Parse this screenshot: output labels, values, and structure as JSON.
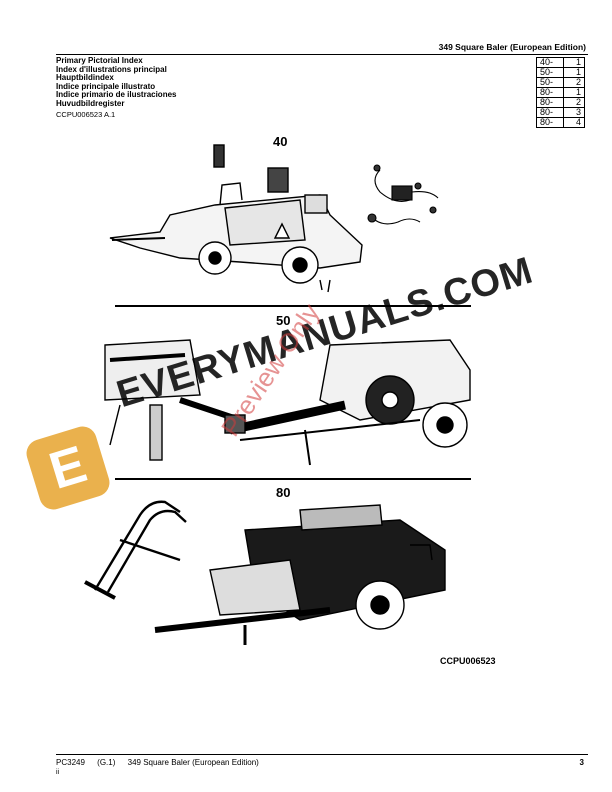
{
  "header": {
    "doc_title": "349 Square Baler (European Edition)",
    "index_titles": [
      "Primary Pictorial Index",
      "Index d'illustrations principal",
      "Hauptbildindex",
      "Indice principale illustrato",
      "Indice primario de ilustraciones",
      "Huvudbildregister"
    ],
    "ref_code": "CCPU006523 A.1",
    "index_table": [
      {
        "section": "40-",
        "page": "1"
      },
      {
        "section": "50-",
        "page": "1"
      },
      {
        "section": "50-",
        "page": "2"
      },
      {
        "section": "80-",
        "page": "1"
      },
      {
        "section": "80-",
        "page": "2"
      },
      {
        "section": "80-",
        "page": "3"
      },
      {
        "section": "80-",
        "page": "4"
      }
    ]
  },
  "figures": {
    "label_40": "40",
    "label_50": "50",
    "label_80": "80",
    "figure_code": "CCPU006523"
  },
  "watermark": {
    "logo_letter": "E",
    "site": "EVERYMANUALS.COM",
    "preview": "Preview Only"
  },
  "footer": {
    "pc": "PC3249",
    "edition": "(G.1)",
    "title": "349 Square Baler (European Edition)",
    "sub": "ii",
    "page": "3"
  }
}
